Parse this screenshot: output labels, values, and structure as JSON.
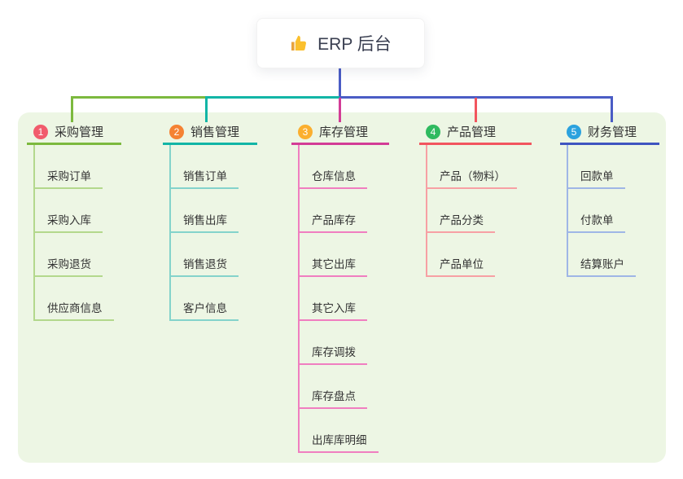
{
  "root": {
    "title": "ERP 后台",
    "icon": "thumbs-up-icon"
  },
  "palette": {
    "trunk_line": "#4a5cc5",
    "panel_background": "#edf6e4",
    "text": "#333333"
  },
  "branches": [
    {
      "index": "1",
      "label": "采购管理",
      "badge_color": "#f15b6c",
      "line_color": "#7cb93e",
      "soft_color": "#b3d88c",
      "items": [
        "采购订单",
        "采购入库",
        "采购退货",
        "供应商信息"
      ]
    },
    {
      "index": "2",
      "label": "销售管理",
      "badge_color": "#f58233",
      "line_color": "#12b5a6",
      "soft_color": "#84d3cb",
      "items": [
        "销售订单",
        "销售出库",
        "销售退货",
        "客户信息"
      ]
    },
    {
      "index": "3",
      "label": "库存管理",
      "badge_color": "#fbaf2f",
      "line_color": "#d33c96",
      "soft_color": "#f07ec0",
      "items": [
        "仓库信息",
        "产品库存",
        "其它出库",
        "其它入库",
        "库存调拨",
        "库存盘点",
        "出库库明细"
      ]
    },
    {
      "index": "4",
      "label": "产品管理",
      "badge_color": "#2fba5f",
      "line_color": "#f2555e",
      "soft_color": "#f7a0a4",
      "items": [
        "产品（物料）",
        "产品分类",
        "产品单位"
      ]
    },
    {
      "index": "5",
      "label": "财务管理",
      "badge_color": "#2ba2de",
      "line_color": "#3f55c0",
      "soft_color": "#9fb6e6",
      "items": [
        "回款单",
        "付款单",
        "结算账户"
      ]
    }
  ]
}
